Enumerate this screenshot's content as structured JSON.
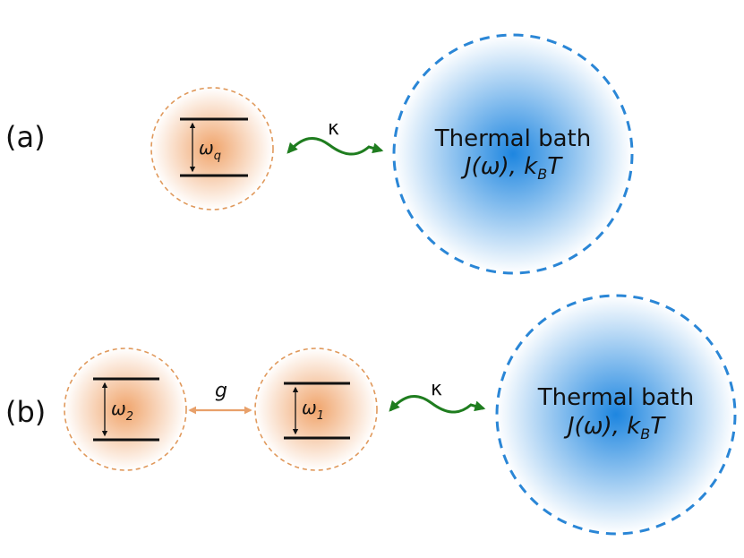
{
  "colors": {
    "qubit_fill": "#f2b98c",
    "qubit_border": "#e0995c",
    "bath_fill": "#2a8ee0",
    "bath_border": "#2a86d6",
    "wavy_arrow": "#1f7d1f",
    "g_arrow": "#e8a06a",
    "level_line": "#111111"
  },
  "panel_a": {
    "label": "(a)",
    "qubit": {
      "freq_symbol": "ω",
      "freq_sub": "q"
    },
    "coupling": "κ",
    "bath": {
      "title": "Thermal bath",
      "params": "J(ω), kBT",
      "params_main_1": "J(ω), k",
      "params_sub": "B",
      "params_main_2": "T"
    }
  },
  "panel_b": {
    "label": "(b)",
    "qubit_2": {
      "freq_symbol": "ω",
      "freq_sub": "2"
    },
    "qubit_1": {
      "freq_symbol": "ω",
      "freq_sub": "1"
    },
    "qubit_coupling": "g",
    "coupling": "κ",
    "bath": {
      "title": "Thermal bath",
      "params": "J(ω), kBT",
      "params_main_1": "J(ω), k",
      "params_sub": "B",
      "params_main_2": "T"
    }
  }
}
